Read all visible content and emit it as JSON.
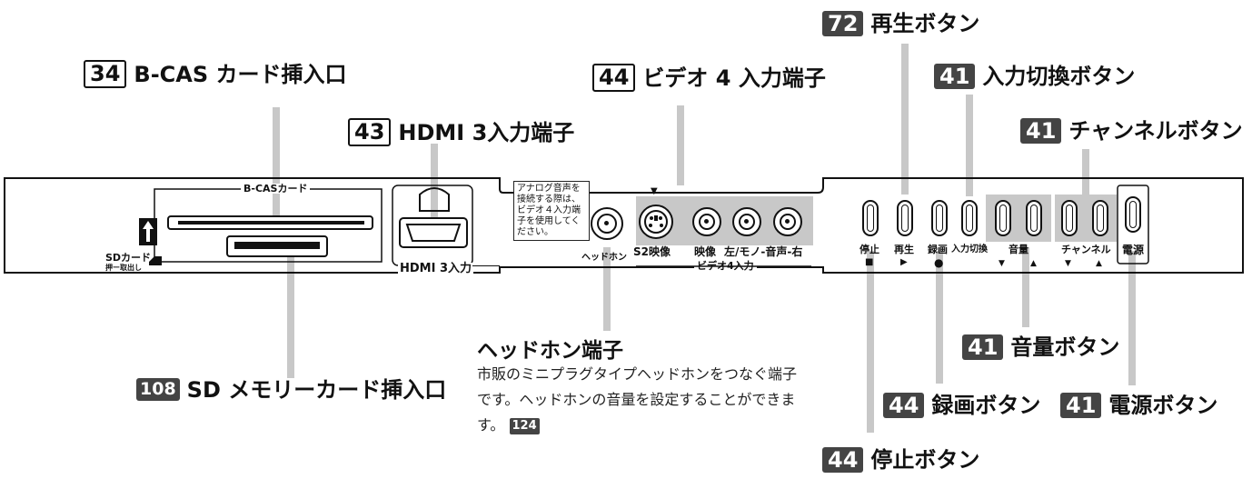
{
  "callouts": {
    "bcas": {
      "page": "34",
      "text": "B-CAS カード挿入口"
    },
    "hdmi": {
      "page": "43",
      "text": "HDMI 3入力端子"
    },
    "video4": {
      "page": "44",
      "text": "ビデオ 4 入力端子"
    },
    "play": {
      "page": "72",
      "text": "再生ボタン"
    },
    "input": {
      "page": "41",
      "text": "入力切換ボタン"
    },
    "channel": {
      "page": "41",
      "text": "チャンネルボタン"
    },
    "sd": {
      "page": "108",
      "text": "SD メモリーカード挿入口"
    },
    "volume": {
      "page": "41",
      "text": "音量ボタン"
    },
    "record": {
      "page": "44",
      "text": "録画ボタン"
    },
    "power": {
      "page": "41",
      "text": "電源ボタン"
    },
    "stop": {
      "page": "44",
      "text": "停止ボタン"
    }
  },
  "headphone": {
    "title": "ヘッドホン端子",
    "text": "市販のミニプラグタイプヘッドホンをつなぐ端子です。ヘッドホンの音量を設定することができます。",
    "page": "124"
  },
  "panel": {
    "bcas_label": "B-CASカード",
    "sd_label": "SDカード",
    "sd_sub": "押ー取出し",
    "hdmi_label": "HDMI 3入力",
    "note": "アナログ音声を接続する際は、ビデオ４入力端子を使用してください。",
    "headphone_label": "ヘッドホン",
    "s2_label": "S2映像",
    "video_label": "映像",
    "audio_label": "左/モノ-音声-右",
    "video4_label": "ビデオ4入力",
    "stop_label": "停止",
    "play_label": "再生",
    "record_label": "録画",
    "input_label": "入力切換",
    "volume_label": "音量",
    "channel_label": "チャンネル",
    "power_label": "電源",
    "stop_symbol": "■",
    "play_symbol": "▶",
    "record_symbol": "●",
    "down_symbol": "▼",
    "up_symbol": "▲",
    "s2_marker": "▼"
  }
}
